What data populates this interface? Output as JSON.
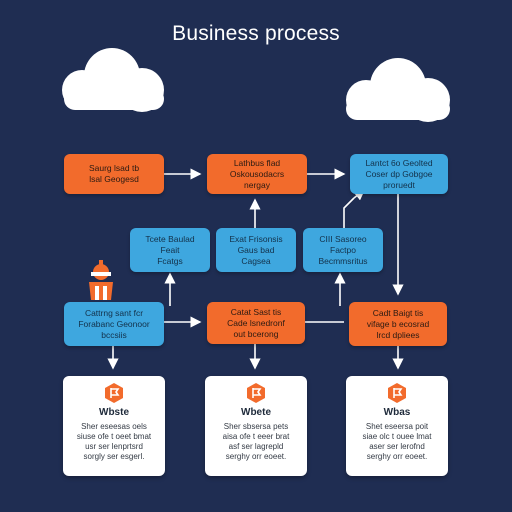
{
  "title": "Business process",
  "colors": {
    "background": "#1f2d52",
    "orange": "#f26b2c",
    "blue": "#3ea7df",
    "card": "#ffffff",
    "connector": "#ffffff"
  },
  "nodes": {
    "top_left": "Saurg lsad tb\nlsal Geogesd",
    "top_center": "Lathbus flad\nOskousodacrs\nnergay",
    "top_right": "Lantct 6o Geolted\nCoser dp Gobgoe\nproruedt",
    "mid_left": "Tcete Baulad\nFeait\nFcatgs",
    "mid_center": "Exat Frisonsis\nGaus bad\nCagsea",
    "mid_right": "CIII Sasoreo\nFactpo\nBecmmsritus",
    "row3_left": "Cattrng sant fcr\nForabanc Geonoor\nbccsiis",
    "row3_center": "Catat Sast tis\nCade lsnedronf\nout bcerong",
    "row3_right": "Cadt Baigt tis\nvifage b ecosrad\nlrcd dpliees"
  },
  "cards": [
    {
      "icon": "flag-badge-icon",
      "title": "Wbste",
      "body": "Sher eseesas oels\nsiuse ofe t oeet bmat\nusr ser lenprtsrd\nsorgly ser esgerl."
    },
    {
      "icon": "flag-badge-icon",
      "title": "Wbete",
      "body": "Sher sbsersa pets\naisa ofe t eeer brat\nasf ser lagrepld\nserghy orr eoeet."
    },
    {
      "icon": "flag-badge-icon",
      "title": "Wbas",
      "body": "Shet eseersa poit\nsiae olc t ouee lmat\naser ser lerofnd\nserghy orr eoeet."
    }
  ]
}
